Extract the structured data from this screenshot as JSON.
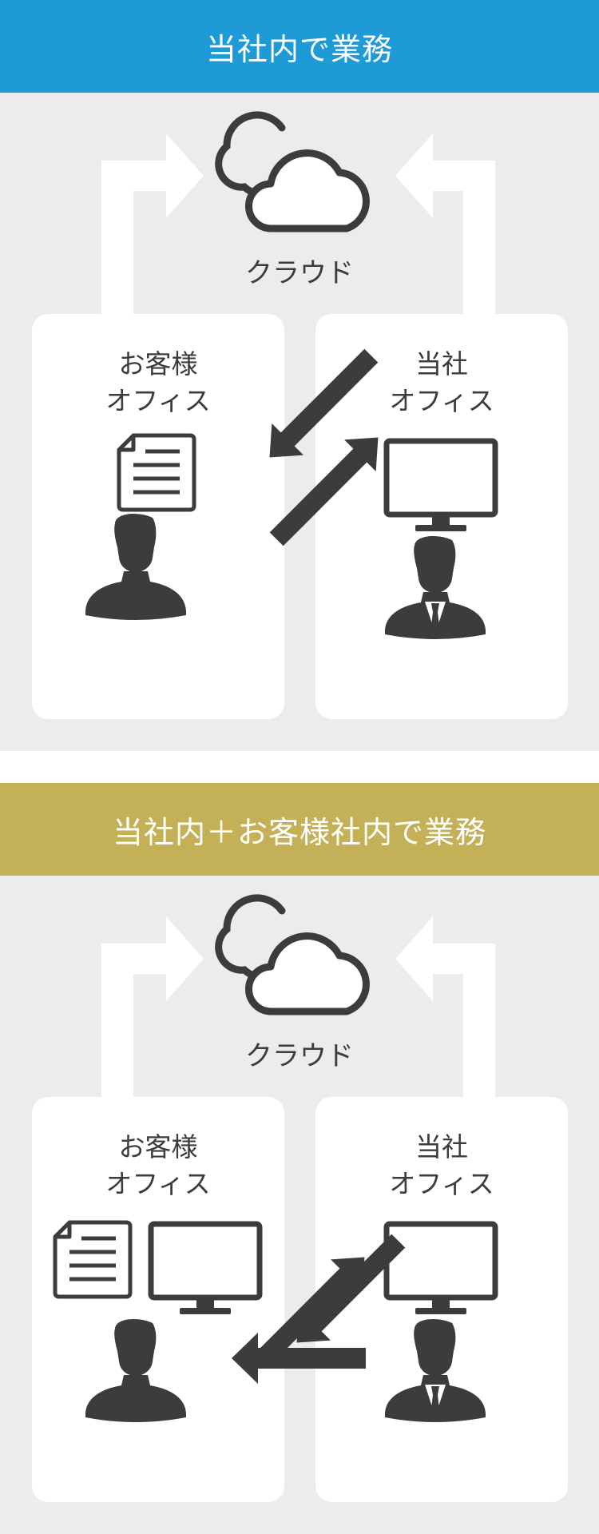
{
  "sections": [
    {
      "header": "当社内で業務",
      "cloud_label": "クラウド",
      "left_card": {
        "line1": "お客様",
        "line2": "オフィス"
      },
      "right_card": {
        "line1": "当社",
        "line2": "オフィス"
      }
    },
    {
      "header": "当社内＋お客様社内で業務",
      "cloud_label": "クラウド",
      "left_card": {
        "line1": "お客様",
        "line2": "オフィス"
      },
      "right_card": {
        "line1": "当社",
        "line2": "オフィス"
      }
    }
  ],
  "colors": {
    "header1_bg": "#1e9ad6",
    "header2_bg": "#c4b157",
    "panel_bg": "#ececec",
    "icon": "#3c3c3c"
  }
}
